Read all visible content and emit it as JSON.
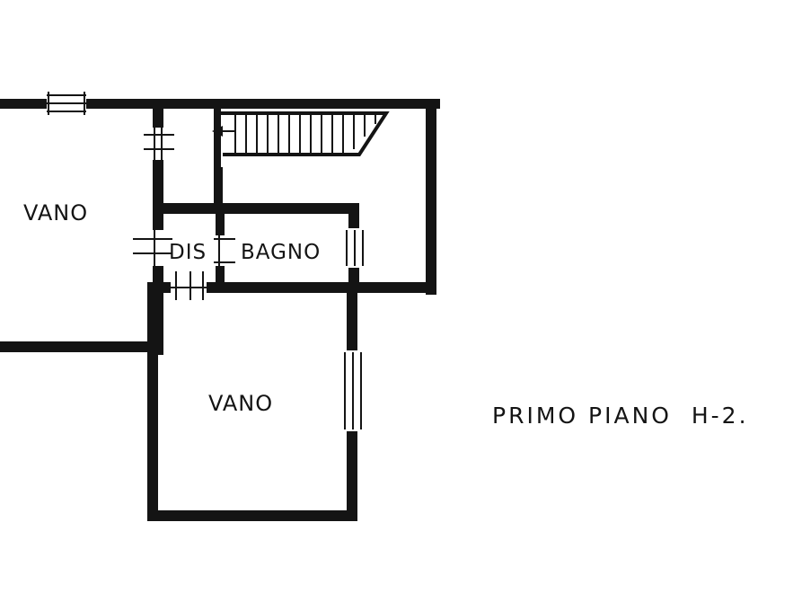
{
  "floorplan": {
    "rooms": [
      {
        "id": "vano_left",
        "label": "VANO"
      },
      {
        "id": "dis",
        "label": "DIS"
      },
      {
        "id": "bagno",
        "label": "BAGNO"
      },
      {
        "id": "vano_bottom",
        "label": "VANO"
      }
    ],
    "caption": "PRIMO PIANO  H-2.",
    "colors": {
      "wall": "#141414",
      "background": "#ffffff"
    }
  }
}
